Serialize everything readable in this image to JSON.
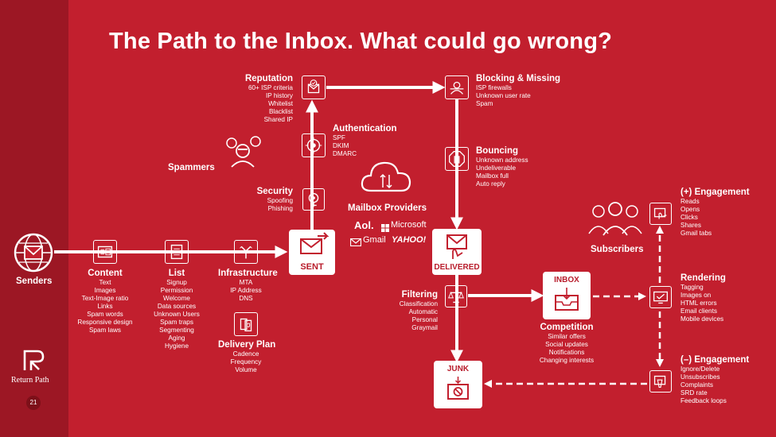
{
  "title": "The Path to the Inbox. What could go wrong?",
  "logo": {
    "text": "Return Path"
  },
  "page_number": "21",
  "nodes": {
    "senders": {
      "title": "Senders"
    },
    "content": {
      "title": "Content",
      "items": [
        "Text",
        "Images",
        "Text-Image ratio",
        "Links",
        "Spam words",
        "Responsive design",
        "Spam laws"
      ]
    },
    "list": {
      "title": "List",
      "items": [
        "Signup",
        "Permission",
        "Welcome",
        "Data sources",
        "Unknown Users",
        "Spam traps",
        "Segmenting",
        "Aging",
        "Hygiene"
      ]
    },
    "infrastructure": {
      "title": "Infrastructure",
      "items": [
        "MTA",
        "IP Address",
        "DNS"
      ]
    },
    "delivery_plan": {
      "title": "Delivery Plan",
      "items": [
        "Cadence",
        "Frequency",
        "Volume"
      ]
    },
    "sent": {
      "label": "SENT"
    },
    "security": {
      "title": "Security",
      "items": [
        "Spoofing",
        "Phishing"
      ]
    },
    "spammers": {
      "title": "Spammers"
    },
    "authentication": {
      "title": "Authentication",
      "items": [
        "SPF",
        "DKIM",
        "DMARC"
      ]
    },
    "reputation": {
      "title": "Reputation",
      "items": [
        "60+ ISP criteria",
        "IP history",
        "Whitelist",
        "Blacklist",
        "Shared IP"
      ]
    },
    "blocking": {
      "title": "Blocking & Missing",
      "items": [
        "ISP firewalls",
        "Unknown user rate",
        "Spam"
      ]
    },
    "bouncing": {
      "title": "Bouncing",
      "items": [
        "Unknown address",
        "Undeliverable",
        "Mailbox full",
        "Auto reply"
      ]
    },
    "mailbox_providers": {
      "title": "Mailbox Providers",
      "brands": [
        "Aol.",
        "Microsoft",
        "Gmail",
        "YAHOO!"
      ]
    },
    "delivered": {
      "label": "DELIVERED"
    },
    "filtering": {
      "title": "Filtering",
      "items": [
        "Classification",
        "Automatic",
        "Personal",
        "Graymail"
      ]
    },
    "junk": {
      "label": "JUNK"
    },
    "inbox": {
      "label": "INBOX"
    },
    "competition": {
      "title": "Competition",
      "items": [
        "Similar offers",
        "Social updates",
        "Notifications",
        "Changing interests"
      ]
    },
    "subscribers": {
      "title": "Subscribers"
    },
    "pos_engagement": {
      "title": "(+) Engagement",
      "items": [
        "Reads",
        "Opens",
        "Clicks",
        "Shares",
        "Gmail tabs"
      ]
    },
    "rendering": {
      "title": "Rendering",
      "items": [
        "Tagging",
        "Images on",
        "HTML errors",
        "Email clients",
        "Mobile devices"
      ]
    },
    "neg_engagement": {
      "title": "(–) Engagement",
      "items": [
        "Ignore/Delete",
        "Unsubscribes",
        "Complaints",
        "SRD rate",
        "Feedback loops"
      ]
    }
  }
}
